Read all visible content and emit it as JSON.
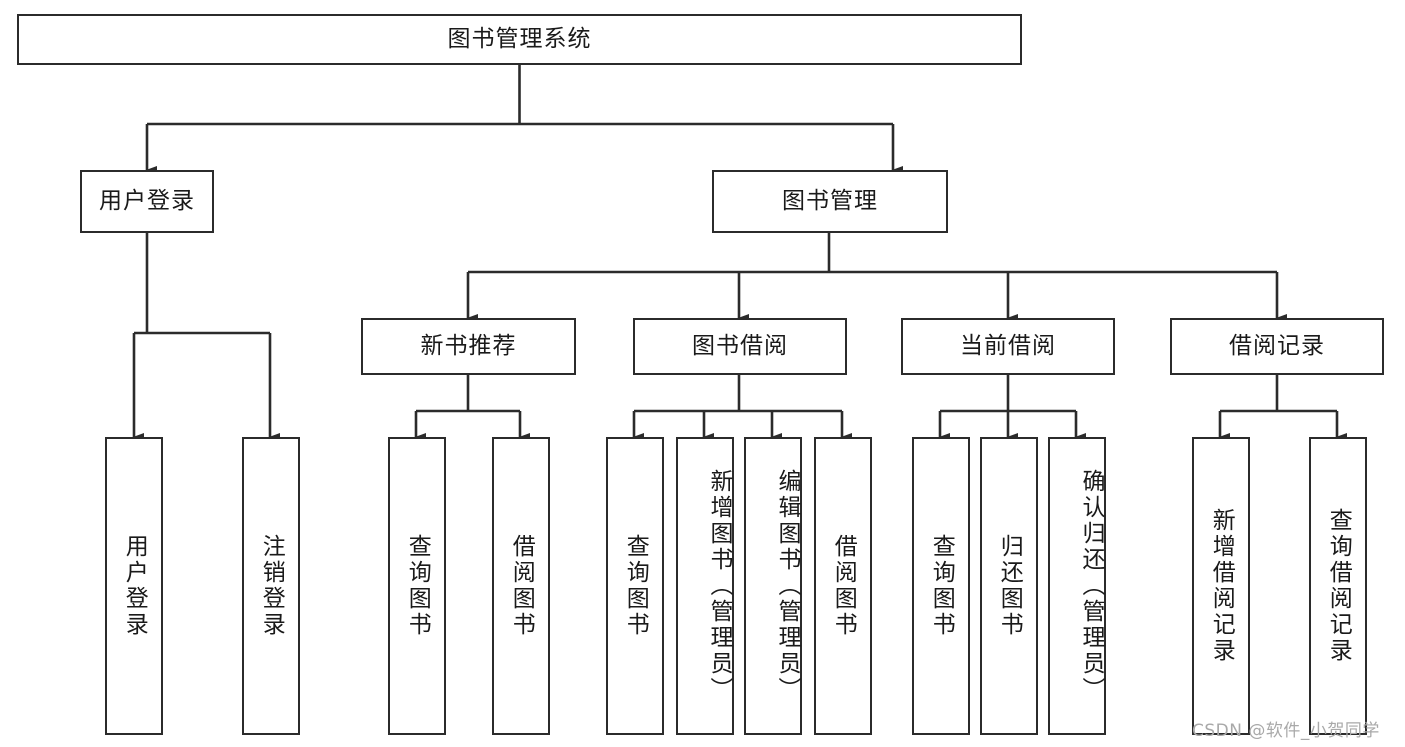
{
  "diagram": {
    "title": "图书管理系统",
    "type": "tree",
    "orientation": "top-down",
    "line_color": "#2b2b2b",
    "box_fill": "#ffffff",
    "text_color": "#1a1a1a"
  },
  "nodes": {
    "root": {
      "label": "图书管理系统",
      "level": 0
    },
    "level1": [
      {
        "id": "user-login",
        "label": "用户登录"
      },
      {
        "id": "book-manage",
        "label": "图书管理"
      }
    ],
    "level2": [
      {
        "id": "new-book-rec",
        "label": "新书推荐",
        "parent": "book-manage"
      },
      {
        "id": "book-borrow",
        "label": "图书借阅",
        "parent": "book-manage"
      },
      {
        "id": "current-borrow",
        "label": "当前借阅",
        "parent": "book-manage"
      },
      {
        "id": "borrow-record",
        "label": "借阅记录",
        "parent": "book-manage"
      }
    ],
    "leaves": {
      "user-login": [
        {
          "id": "leaf-user-login",
          "label": "用户登录"
        },
        {
          "id": "leaf-logout",
          "label": "注销登录"
        }
      ],
      "new-book-rec": [
        {
          "id": "leaf-query-book-1",
          "label": "查询图书"
        },
        {
          "id": "leaf-borrow-book-1",
          "label": "借阅图书"
        }
      ],
      "book-borrow": [
        {
          "id": "leaf-query-book-2",
          "label": "查询图书"
        },
        {
          "id": "leaf-add-book",
          "label": "新增图书（管理员）"
        },
        {
          "id": "leaf-edit-book",
          "label": "编辑图书（管理员）"
        },
        {
          "id": "leaf-borrow-book-2",
          "label": "借阅图书"
        }
      ],
      "current-borrow": [
        {
          "id": "leaf-query-book-3",
          "label": "查询图书"
        },
        {
          "id": "leaf-return-book",
          "label": "归还图书"
        },
        {
          "id": "leaf-confirm-return",
          "label": "确认归还（管理员）"
        }
      ],
      "borrow-record": [
        {
          "id": "leaf-add-record",
          "label": "新增借阅记录"
        },
        {
          "id": "leaf-query-record",
          "label": "查询借阅记录"
        }
      ]
    }
  },
  "watermark": {
    "text": "CSDN @软件_小贺同学"
  }
}
